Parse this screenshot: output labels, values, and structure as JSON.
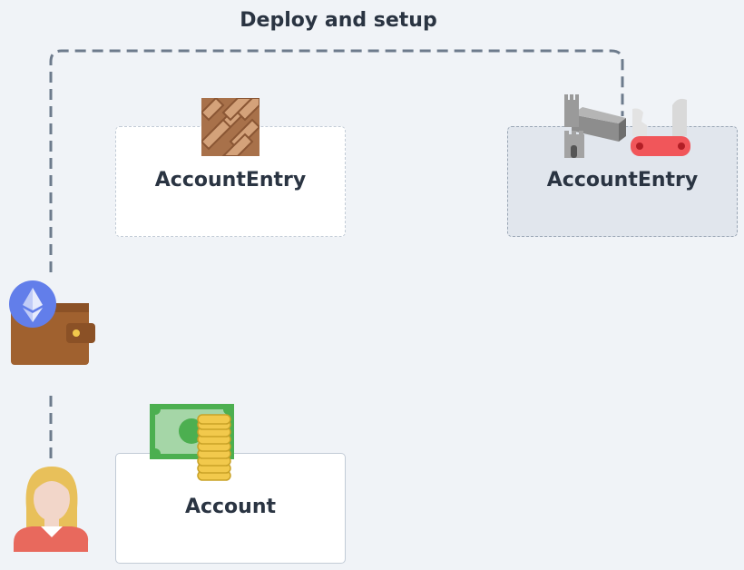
{
  "diagram": {
    "title": "Deploy and setup",
    "nodes": [
      {
        "id": "account-entry-1",
        "label": "AccountEntry",
        "style": "dashed",
        "icon": "parquet-floor-icon"
      },
      {
        "id": "account-entry-2",
        "label": "AccountEntry",
        "style": "dashed-shaded",
        "icon": "castle-wall-and-swiss-knife-icon"
      },
      {
        "id": "account",
        "label": "Account",
        "style": "solid",
        "icon": "money-and-coins-icon"
      }
    ],
    "actors": [
      {
        "id": "user",
        "icon": "user-avatar-icon"
      },
      {
        "id": "wallet",
        "icon": "ethereum-wallet-icon"
      }
    ],
    "colors": {
      "background": "#f0f3f7",
      "text": "#2a3442",
      "connector": "#6d7b8c",
      "shaded_box": "#e1e6ed"
    }
  }
}
